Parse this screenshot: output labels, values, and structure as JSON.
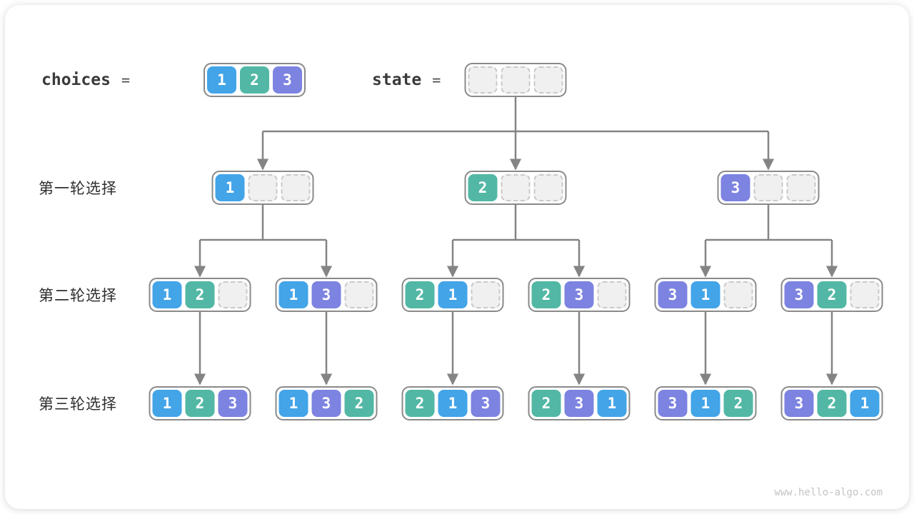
{
  "header": {
    "choices_label": "choices",
    "choices_equals": "=",
    "choices_values": [
      "1",
      "2",
      "3"
    ],
    "state_label": "state",
    "state_equals": "=",
    "state_values": [
      "",
      "",
      ""
    ]
  },
  "rows": [
    {
      "label": "第一轮选择",
      "boxes": [
        [
          "1",
          "",
          ""
        ],
        [
          "2",
          "",
          ""
        ],
        [
          "3",
          "",
          ""
        ]
      ]
    },
    {
      "label": "第二轮选择",
      "boxes": [
        [
          "1",
          "2",
          ""
        ],
        [
          "1",
          "3",
          ""
        ],
        [
          "2",
          "1",
          ""
        ],
        [
          "2",
          "3",
          ""
        ],
        [
          "3",
          "1",
          ""
        ],
        [
          "3",
          "2",
          ""
        ]
      ]
    },
    {
      "label": "第三轮选择",
      "boxes": [
        [
          "1",
          "2",
          "3"
        ],
        [
          "1",
          "3",
          "2"
        ],
        [
          "2",
          "1",
          "3"
        ],
        [
          "2",
          "3",
          "1"
        ],
        [
          "3",
          "1",
          "2"
        ],
        [
          "3",
          "2",
          "1"
        ]
      ]
    }
  ],
  "colors": {
    "items": {
      "1": "#43a4e8",
      "2": "#52b8a5",
      "3": "#7d83e0"
    },
    "connector": "#848484",
    "empty_cell": "#f0f0f0",
    "label_text": "#2e2e2e"
  },
  "footer": {
    "watermark": "www.hello-algo.com"
  }
}
